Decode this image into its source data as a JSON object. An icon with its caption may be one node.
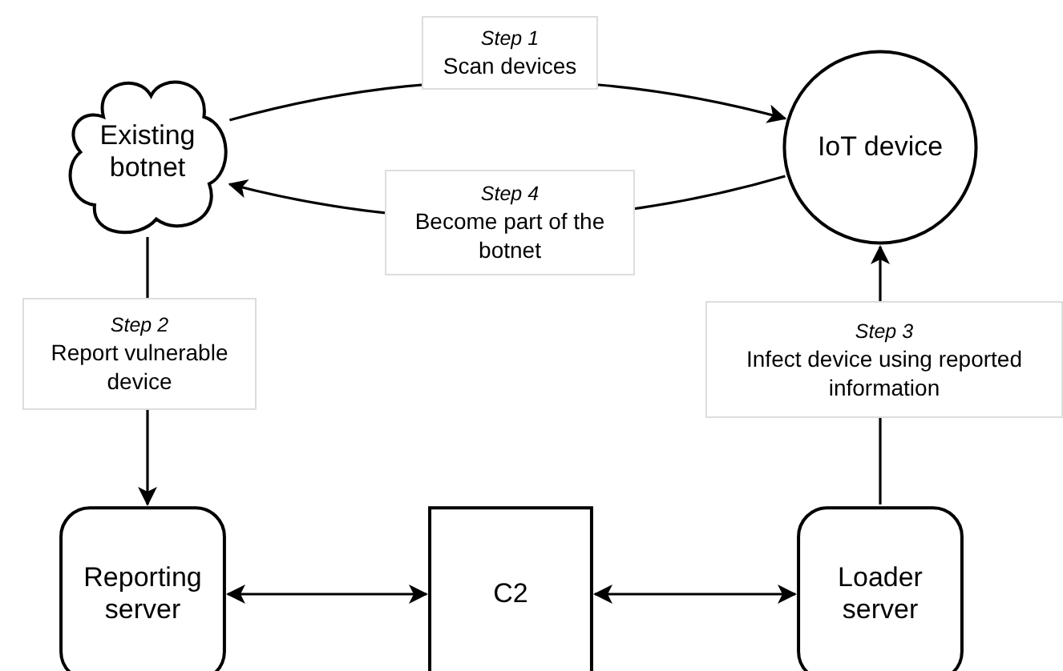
{
  "diagram": {
    "nodes": [
      {
        "text": [
          "Existing botnet"
        ]
      },
      {
        "text": [
          "IoT device"
        ]
      },
      {
        "text": [
          "Reporting server"
        ]
      },
      {
        "text": [
          "C2"
        ]
      },
      {
        "text": [
          "Loader server"
        ]
      }
    ],
    "edges": [
      {
        "from": 0,
        "to": 1,
        "arrow": "to",
        "label": "*Step 1* Scan devices"
      },
      {
        "from": 1,
        "to": 0,
        "arrow": "to",
        "label": "*Step 4* Become part of the botnet"
      },
      {
        "from": 0,
        "to": 2,
        "arrow": "to",
        "label": "*Step 2* Report vulnerable device"
      },
      {
        "from": 4,
        "to": 1,
        "arrow": "to",
        "label": "*Step 3* Infect device using reported information"
      },
      {
        "from": 2,
        "to": 3,
        "arrow": "both"
      },
      {
        "from": 3,
        "to": 4,
        "arrow": "both"
      }
    ]
  }
}
